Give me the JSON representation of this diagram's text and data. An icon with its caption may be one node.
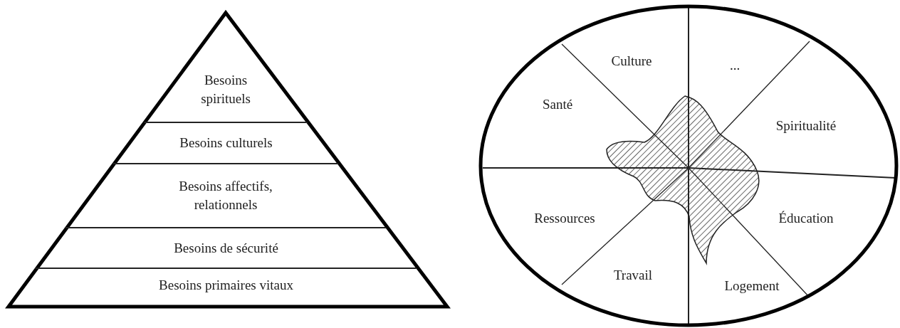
{
  "diagram": {
    "nodes": [
      {
        "text": [],
        "shape": "triangle"
      },
      {
        "text": [
          "Besoins spirituels"
        ],
        "in": 0
      },
      {
        "text": [
          "Besoins culturels"
        ],
        "in": 0
      },
      {
        "text": [
          "Besoins affectifs, relationnels"
        ],
        "in": 0
      },
      {
        "text": [
          "Besoins de sécurité"
        ],
        "in": 0
      },
      {
        "text": [
          "Besoins primaires vitaux"
        ],
        "in": 0
      },
      {
        "text": [],
        "shape": "ellipse"
      },
      {
        "text": [
          "Culture"
        ],
        "in": 6
      },
      {
        "text": [
          "..."
        ],
        "in": 6
      },
      {
        "text": [
          "Santé"
        ],
        "in": 6
      },
      {
        "text": [
          "Spiritualité"
        ],
        "in": 6
      },
      {
        "text": [
          "Ressources"
        ],
        "in": 6
      },
      {
        "text": [
          "Éducation"
        ],
        "in": 6
      },
      {
        "text": [
          "Travail"
        ],
        "in": 6
      },
      {
        "text": [
          "Logement"
        ],
        "in": 6
      },
      {
        "text": [],
        "shape": "blob",
        "in": 6
      }
    ]
  }
}
